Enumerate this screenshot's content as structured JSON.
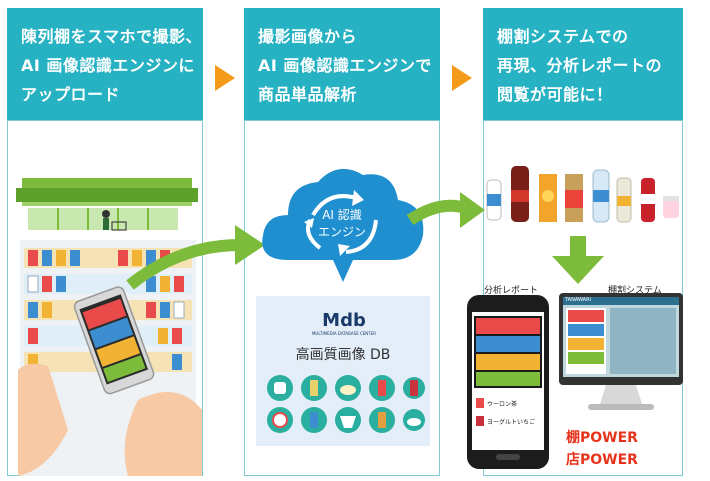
{
  "steps": [
    {
      "lines": [
        "陳列棚をスマホで撮影、",
        "AI 画像認識エンジンに",
        "アップロード"
      ]
    },
    {
      "lines": [
        "撮影画像から",
        "AI 画像認識エンジンで",
        "商品単品解析"
      ]
    },
    {
      "lines": [
        "棚割システムでの",
        "再現、分析レポートの",
        "閲覧が可能に！"
      ]
    }
  ],
  "cloud": {
    "label_line1": "AI 認識",
    "label_line2": "エンジン"
  },
  "database": {
    "logo": "Mdb",
    "logo_sub": "MULTIMEDIA DATABASE CENTER",
    "title": "高画質画像 DB"
  },
  "devices": {
    "phone_caption": "分析レポート",
    "monitor_caption": "棚割システム",
    "phone_item1": "ウーロン茶",
    "phone_item2": "ヨーグルトいちご",
    "monitor_brand": "TANAWARI"
  },
  "brands": {
    "brand1": "棚POWER",
    "brand2": "店POWER"
  },
  "colors": {
    "header": "#27b2c4",
    "arrow": "#f39a1b",
    "green": "#7dbb3a",
    "cloud": "#1f8fd0",
    "db_bg": "#e3eef8"
  }
}
